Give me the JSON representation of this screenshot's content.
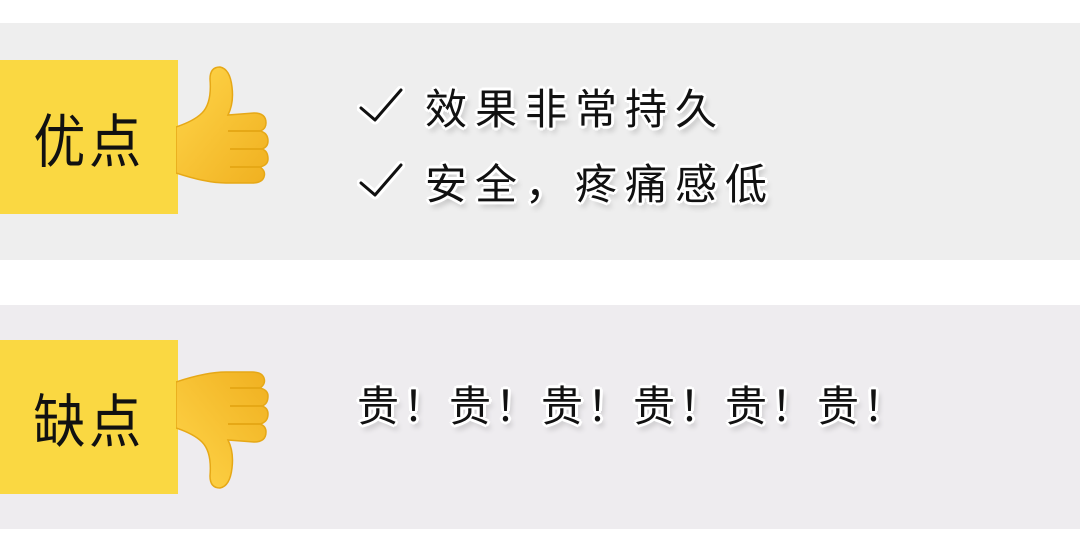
{
  "pros": {
    "label": "优点",
    "icon": "thumbs-up-icon",
    "points": [
      {
        "icon": "check-icon",
        "text": "效果非常持久"
      },
      {
        "icon": "check-icon",
        "text": "安全，疼痛感低"
      }
    ]
  },
  "cons": {
    "label": "缺点",
    "icon": "thumbs-down-icon",
    "text": "贵！贵！贵！贵！贵！贵！"
  },
  "colors": {
    "label_bg": "#fad842",
    "panel_bg": "#eeeeee",
    "page_bg": "#ffffff",
    "thumb_fill": "#f7c431"
  }
}
